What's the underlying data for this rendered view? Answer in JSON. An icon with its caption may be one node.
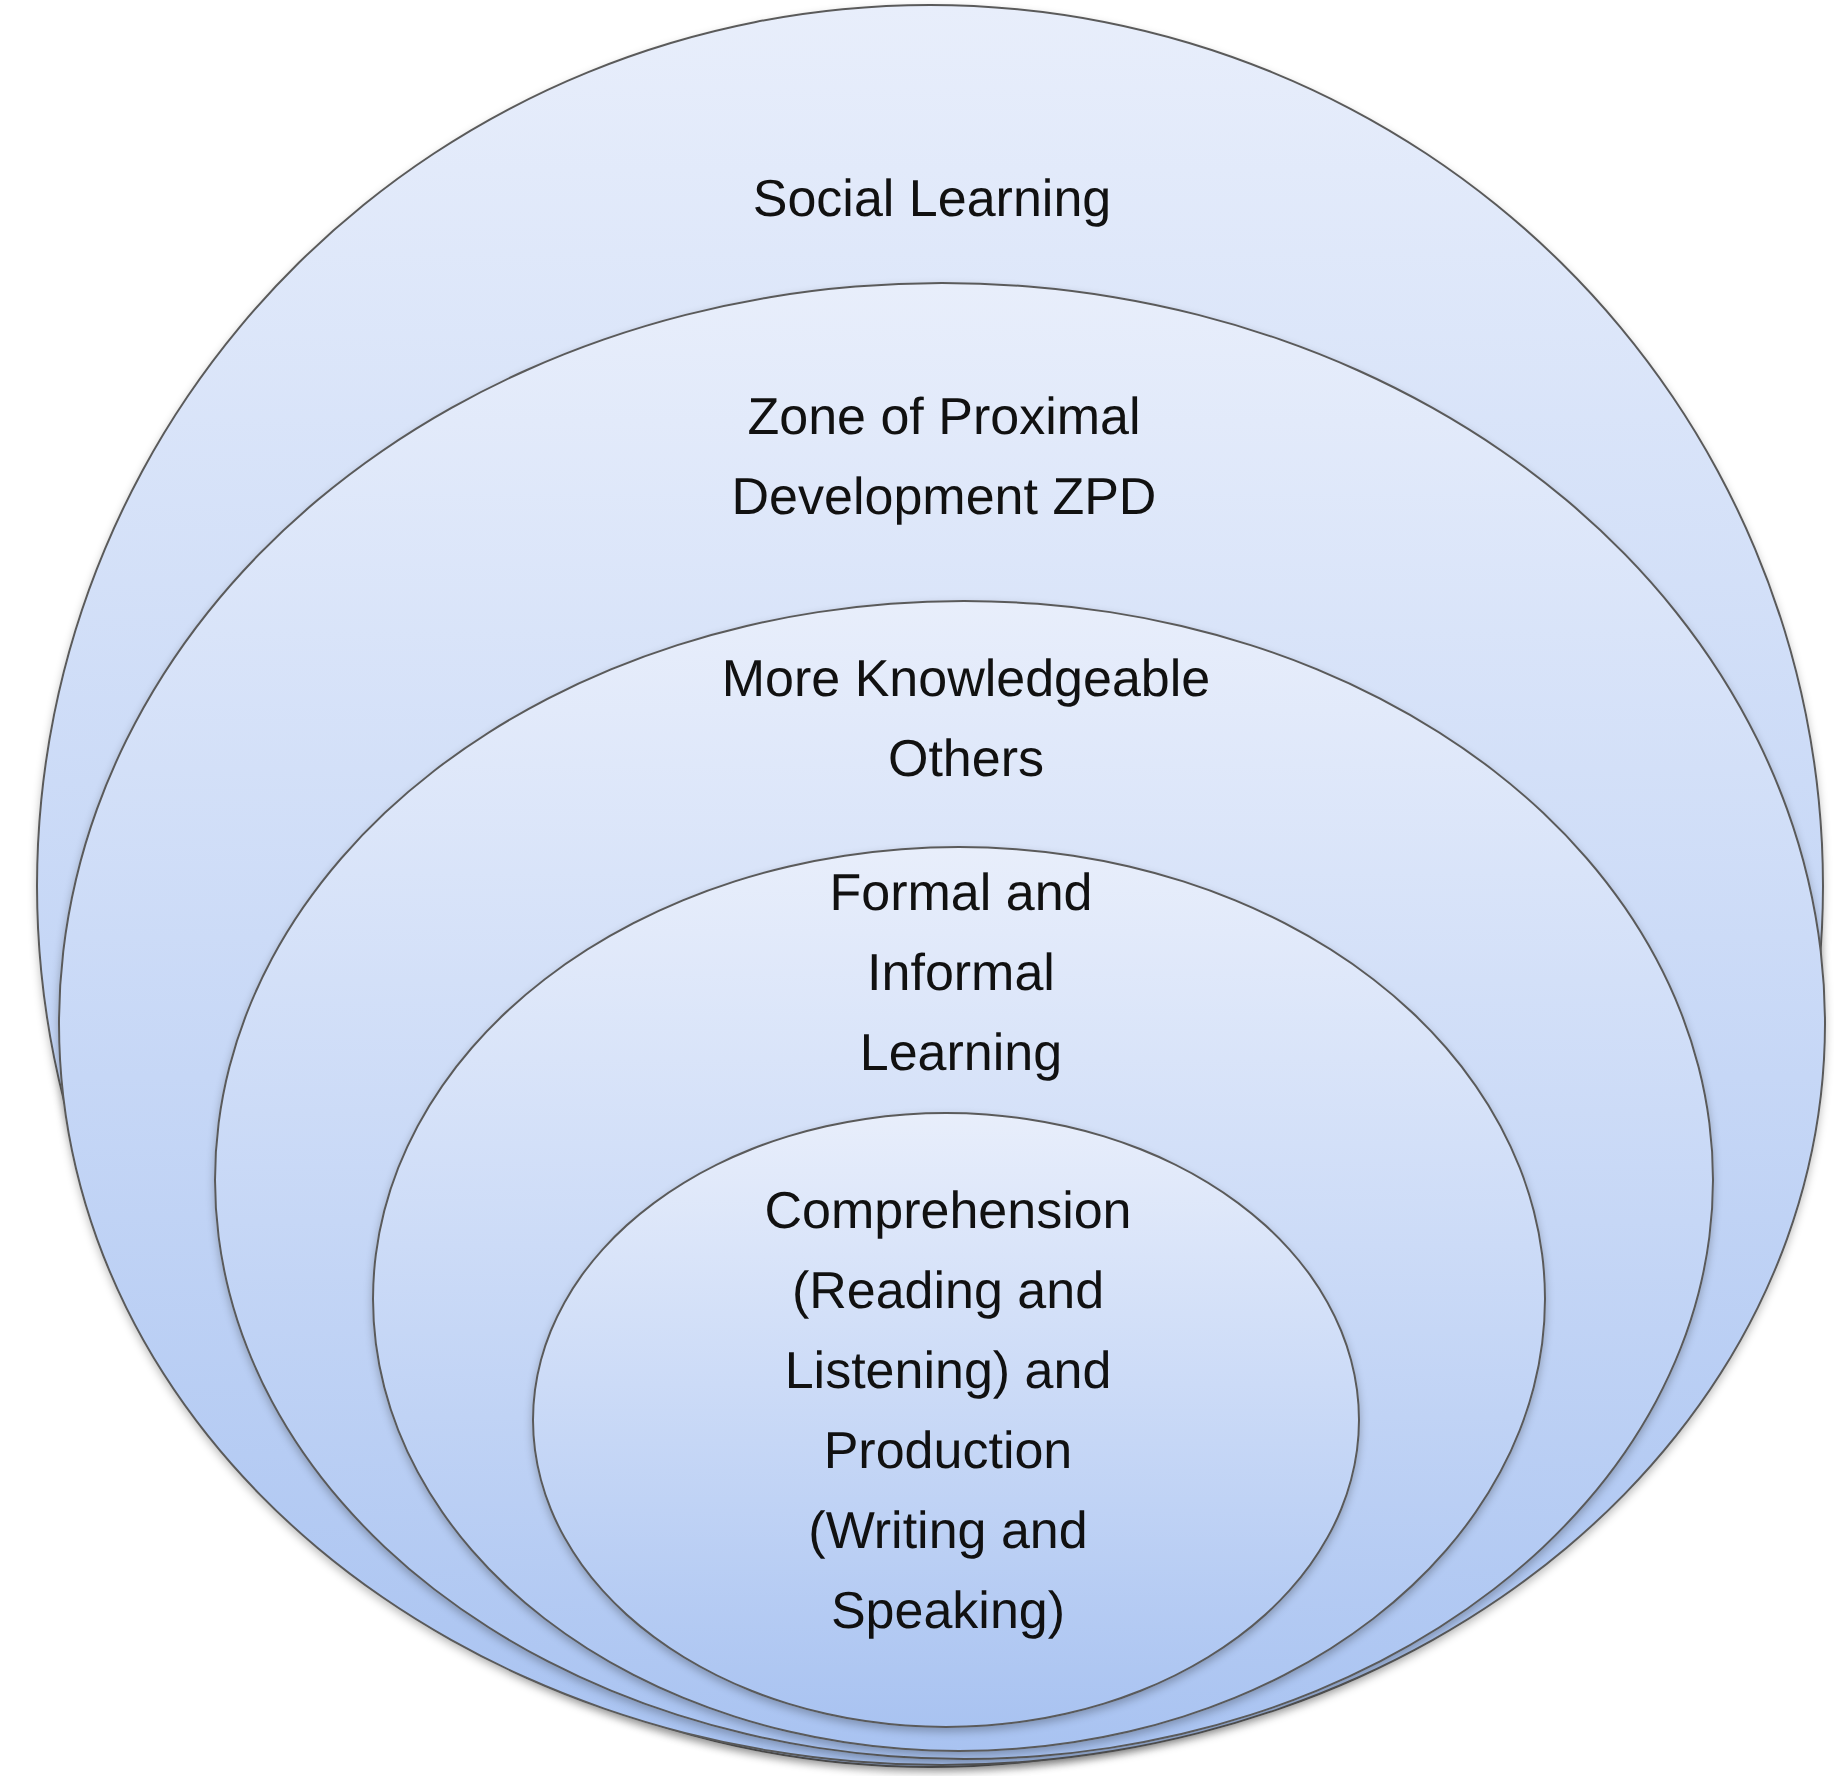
{
  "diagram": {
    "nodes": [
      {
        "text": [
          "Social Learning"
        ]
      },
      {
        "text": [
          "Zone of Proximal Development ZPD"
        ],
        "in": 0
      },
      {
        "text": [
          "More Knowledgeable Others"
        ],
        "in": 1
      },
      {
        "text": [
          "Formal and Informal Learning"
        ],
        "in": 2
      },
      {
        "text": [
          "Comprehension (Reading and Listening) and Production (Writing and Speaking)"
        ],
        "in": 3
      }
    ]
  }
}
